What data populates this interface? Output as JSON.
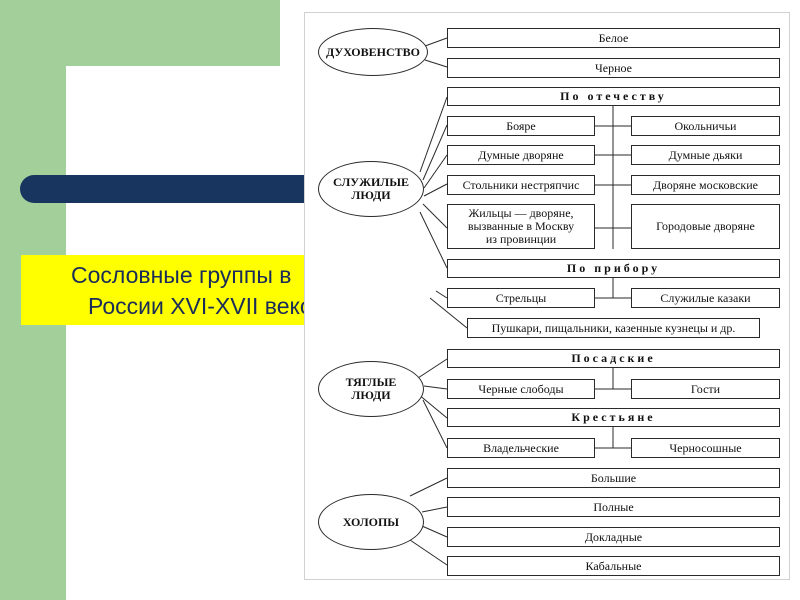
{
  "slide": {
    "title_line1": "Сословные группы в",
    "title_line2": "России XVI-XVII веков",
    "colors": {
      "green": "#a3cf9a",
      "navy": "#17355e",
      "yellow": "#ffff00",
      "title_text": "#1a2c58"
    }
  },
  "diagram": {
    "groups": {
      "clergy": "ДУХОВЕНСТВО",
      "service": "СЛУЖИЛЫЕ\nЛЮДИ",
      "tax": "ТЯГЛЫЕ\nЛЮДИ",
      "serfs": "ХОЛОПЫ"
    },
    "nodes": {
      "beloe": "Белое",
      "chernoe": "Черное",
      "po_otechestvu": "По отечеству",
      "boyare": "Бояре",
      "okolnichi": "Окольничьи",
      "dumnye_dvoryane": "Думные дворяне",
      "dumnye_dyaki": "Думные дьяки",
      "stolniki": "Стольники нестряпчис",
      "dvoryane_moskovskie": "Дворяне московские",
      "zhiltsy": "Жильцы — дворяне,\nвызванные в Москву\nиз провинции",
      "gorodovye": "Городовые дворяне",
      "po_priboru": "По прибору",
      "streltsy": "Стрельцы",
      "kazaki": "Служилые казаки",
      "pushkari": "Пушкари, пищальники, казенные кузнецы и др.",
      "posadskie": "Посадские",
      "chernye_slobody": "Черные слободы",
      "gosti": "Гости",
      "krestyane": "Крестьяне",
      "vladelcheskie": "Владельческие",
      "chernososhnye": "Черносошные",
      "bolshie": "Большие",
      "polnye": "Полные",
      "dokladnye": "Докладные",
      "kabalnye": "Кабальные"
    }
  }
}
